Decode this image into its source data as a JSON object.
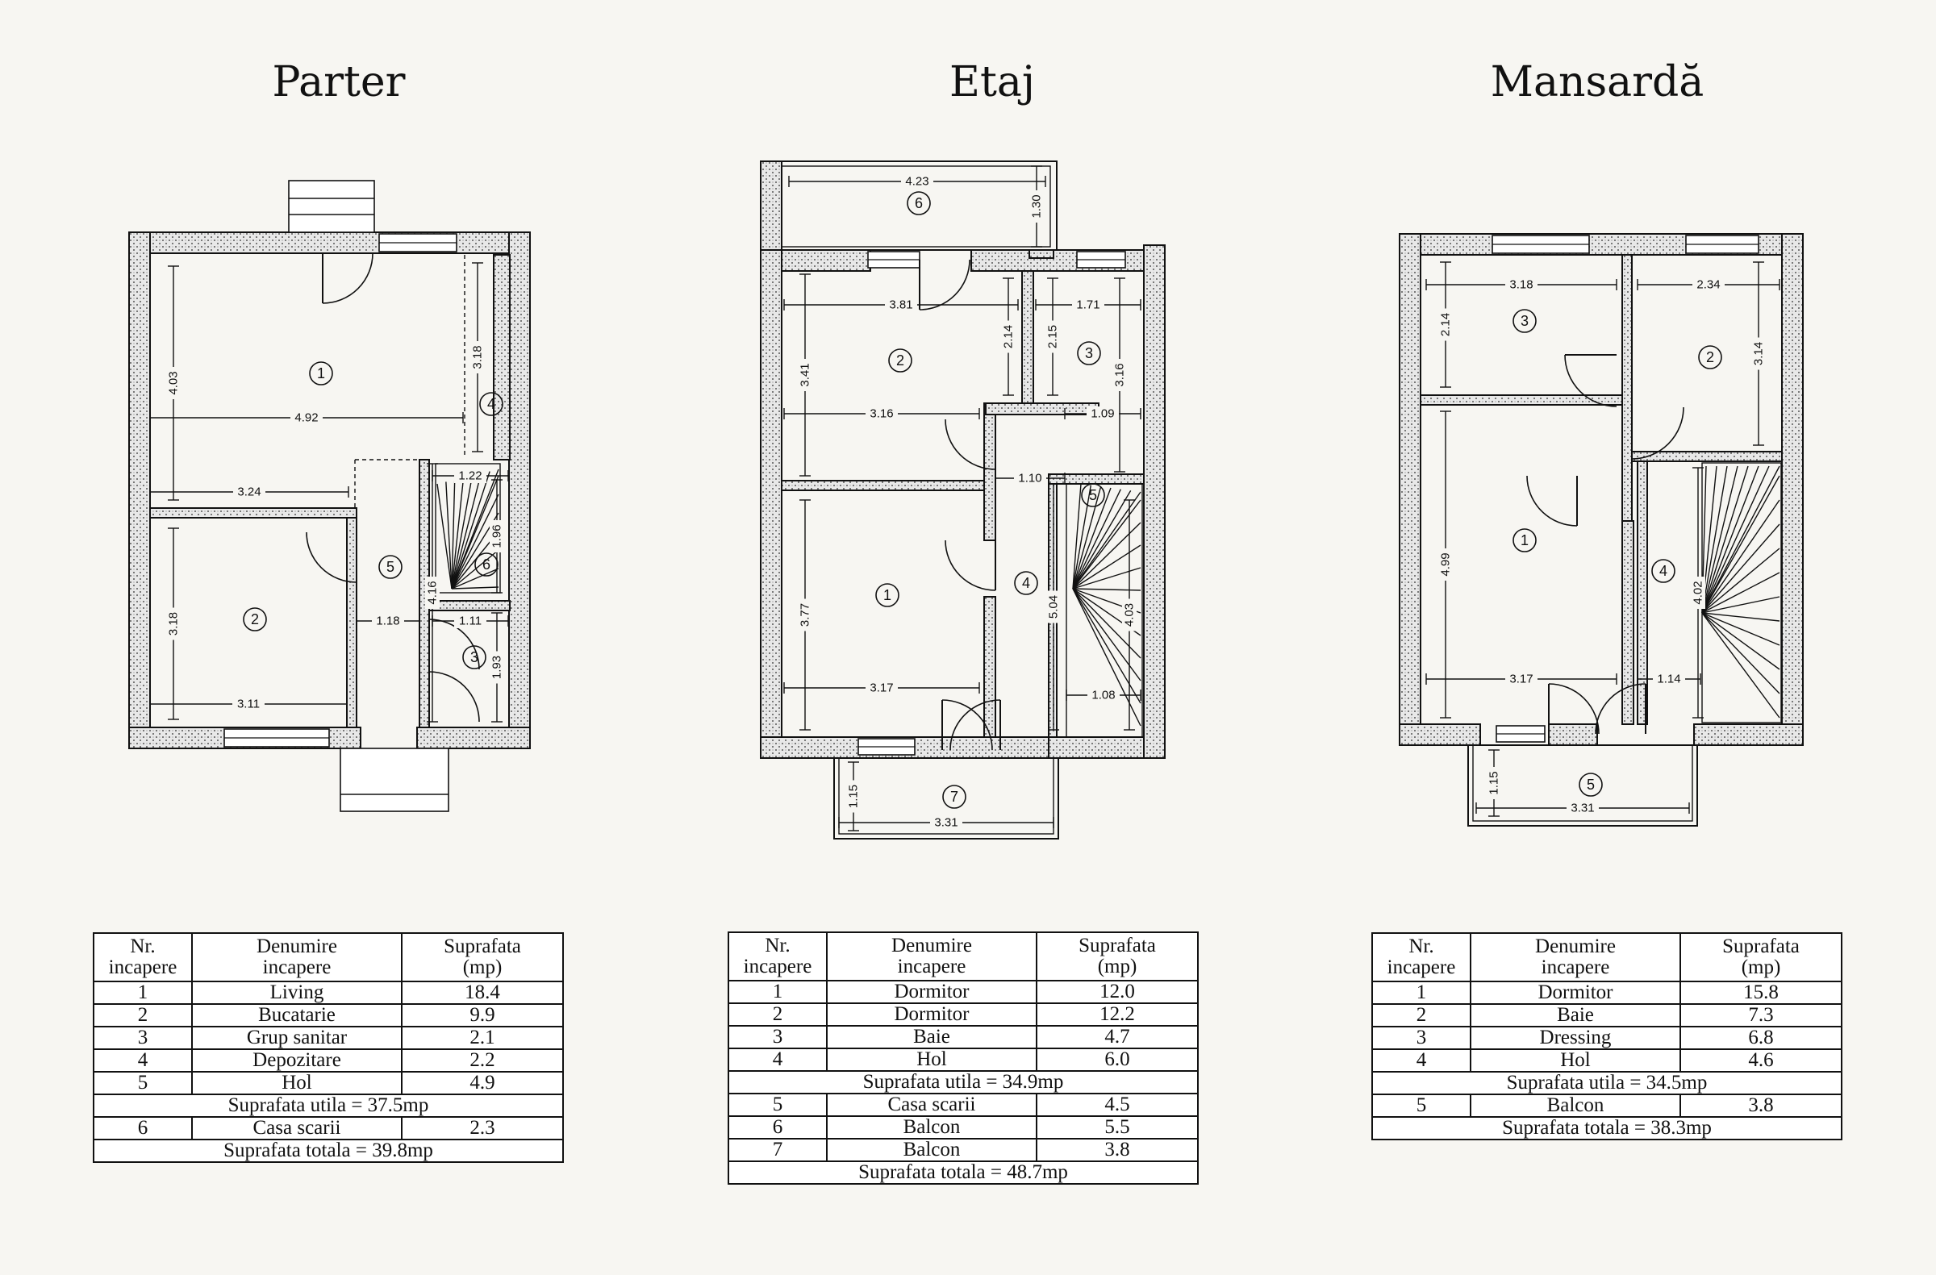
{
  "floors": [
    {
      "title": "Parter",
      "dims": [
        "4.03",
        "4.92",
        "3.18",
        "3.24",
        "3.18",
        "3.11",
        "1.22",
        "1.96",
        "4.16",
        "1.18",
        "1.11",
        "1.93"
      ],
      "room_labels": [
        "1",
        "2",
        "3",
        "4",
        "5",
        "6"
      ],
      "table": {
        "headers": [
          "Nr.\nincapere",
          "Denumire\nincapere",
          "Suprafata\n(mp)"
        ],
        "rows": [
          {
            "nr": "1",
            "name": "Living",
            "area": "18.4"
          },
          {
            "nr": "2",
            "name": "Bucatarie",
            "area": "9.9"
          },
          {
            "nr": "3",
            "name": "Grup sanitar",
            "area": "2.1"
          },
          {
            "nr": "4",
            "name": "Depozitare",
            "area": "2.2"
          },
          {
            "nr": "5",
            "name": "Hol",
            "area": "4.9"
          }
        ],
        "useful_total": "Suprafata utila = 37.5mp",
        "extra_rows": [
          {
            "nr": "6",
            "name": "Casa scarii",
            "area": "2.3"
          }
        ],
        "grand_total": "Suprafata totala = 39.8mp"
      }
    },
    {
      "title": "Etaj",
      "dims": [
        "4.23",
        "1.30",
        "3.81",
        "2.14",
        "2.15",
        "1.71",
        "3.41",
        "3.16",
        "3.16",
        "1.09",
        "1.10",
        "3.77",
        "5.04",
        "4.03",
        "3.17",
        "1.08",
        "1.15",
        "3.31"
      ],
      "room_labels": [
        "1",
        "2",
        "3",
        "4",
        "5",
        "6",
        "7"
      ],
      "table": {
        "headers": [
          "Nr.\nincapere",
          "Denumire\nincapere",
          "Suprafata\n(mp)"
        ],
        "rows": [
          {
            "nr": "1",
            "name": "Dormitor",
            "area": "12.0"
          },
          {
            "nr": "2",
            "name": "Dormitor",
            "area": "12.2"
          },
          {
            "nr": "3",
            "name": "Baie",
            "area": "4.7"
          },
          {
            "nr": "4",
            "name": "Hol",
            "area": "6.0"
          }
        ],
        "useful_total": "Suprafata utila = 34.9mp",
        "extra_rows": [
          {
            "nr": "5",
            "name": "Casa scarii",
            "area": "4.5"
          },
          {
            "nr": "6",
            "name": "Balcon",
            "area": "5.5"
          },
          {
            "nr": "7",
            "name": "Balcon",
            "area": "3.8"
          }
        ],
        "grand_total": "Suprafata totala = 48.7mp"
      }
    },
    {
      "title": "Mansardă",
      "dims": [
        "3.18",
        "2.34",
        "2.14",
        "3.14",
        "4.99",
        "4.02",
        "3.17",
        "1.14",
        "1.15",
        "3.31"
      ],
      "room_labels": [
        "1",
        "2",
        "3",
        "4",
        "5"
      ],
      "table": {
        "headers": [
          "Nr.\nincapere",
          "Denumire\nincapere",
          "Suprafata\n(mp)"
        ],
        "rows": [
          {
            "nr": "1",
            "name": "Dormitor",
            "area": "15.8"
          },
          {
            "nr": "2",
            "name": "Baie",
            "area": "7.3"
          },
          {
            "nr": "3",
            "name": "Dressing",
            "area": "6.8"
          },
          {
            "nr": "4",
            "name": "Hol",
            "area": "4.6"
          }
        ],
        "useful_total": "Suprafata utila = 34.5mp",
        "extra_rows": [
          {
            "nr": "5",
            "name": "Balcon",
            "area": "3.8"
          }
        ],
        "grand_total": "Suprafata totala = 38.3mp"
      }
    }
  ]
}
